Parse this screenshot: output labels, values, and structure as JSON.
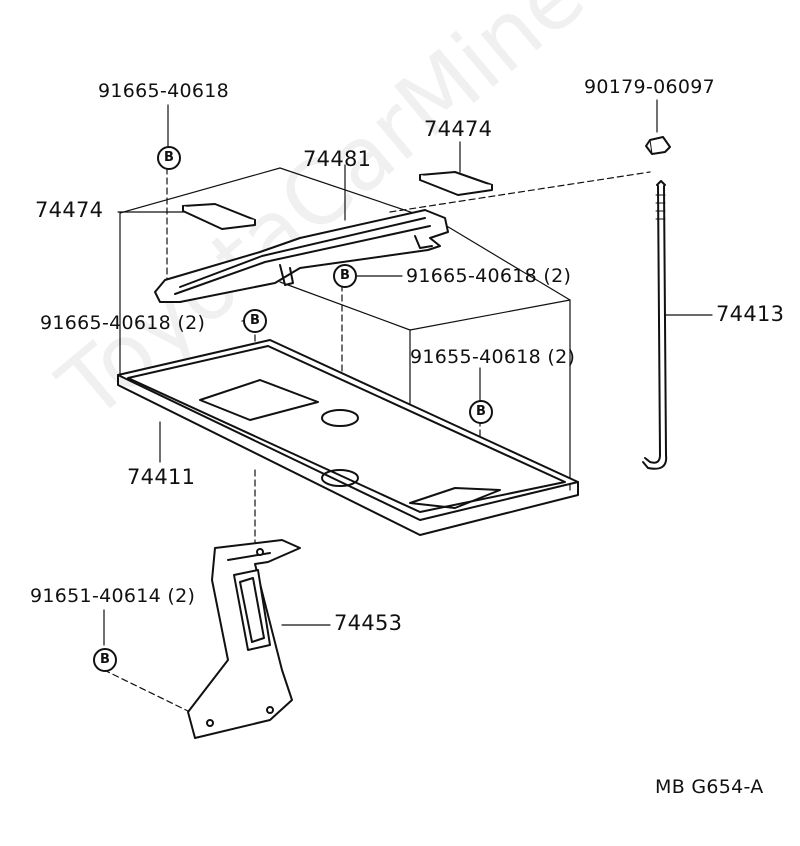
{
  "labels": {
    "bolt_top_left": "91665-40618",
    "nut_top_right": "90179-06097",
    "pad_top": "74474",
    "pad_left": "74474",
    "clamp": "74481",
    "bolt_clamp_right": "91665-40618 (2)",
    "bolt_left": "91665-40618 (2)",
    "bolt_right": "91655-40618 (2)",
    "rod": "74413",
    "tray": "74411",
    "bolt_bracket": "91651-40614 (2)",
    "bracket": "74453",
    "diagram_code": "MB G654-A"
  },
  "bolt_marker": "B",
  "watermark": "ToyotaCarMine.ru",
  "colors": {
    "line": "#111111",
    "background": "#ffffff",
    "watermark": "#aaaaaa"
  }
}
